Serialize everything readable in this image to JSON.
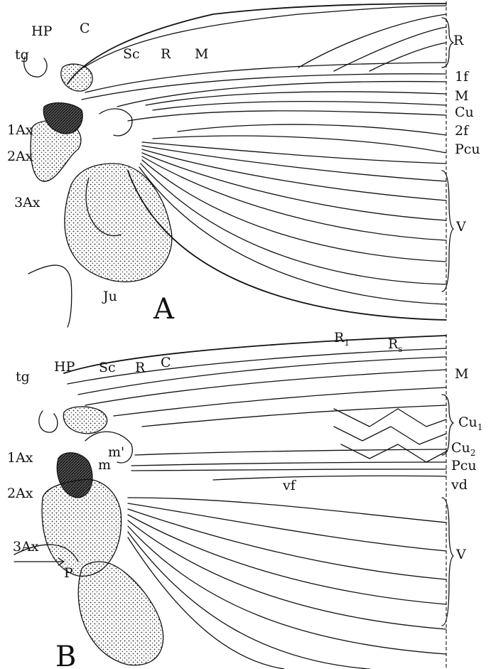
{
  "panels": [
    {
      "letter": "A",
      "labels": {
        "hp": "HP",
        "c": "C",
        "tg": "tg",
        "sc": "Sc",
        "r": "R",
        "m": "M",
        "ax1": "1Ax",
        "ax2": "2Ax",
        "ax3": "3Ax",
        "ju": "Ju"
      },
      "right_labels": {
        "r": "R",
        "f1": "1f",
        "m": "M",
        "cu": "Cu",
        "f2": "2f",
        "pcu": "Pcu",
        "v": "V"
      }
    },
    {
      "letter": "B",
      "labels": {
        "tg": "tg",
        "hp": "HP",
        "sc": "Sc",
        "r": "R",
        "c": "C",
        "r1": "R",
        "r1_sub": "1",
        "rs": "R",
        "rs_sub": "s",
        "ax1": "1Ax",
        "m": "m",
        "m_prime": "m'",
        "ax2": "2Ax",
        "ax3": "3Ax",
        "p": "P"
      },
      "right_labels": {
        "m": "M",
        "cu1": "Cu",
        "cu1_sub": "1",
        "cu2": "Cu",
        "cu2_sub": "2",
        "pcu": "Pcu",
        "vd": "vd",
        "vf": "vf",
        "v": "V"
      }
    }
  ]
}
